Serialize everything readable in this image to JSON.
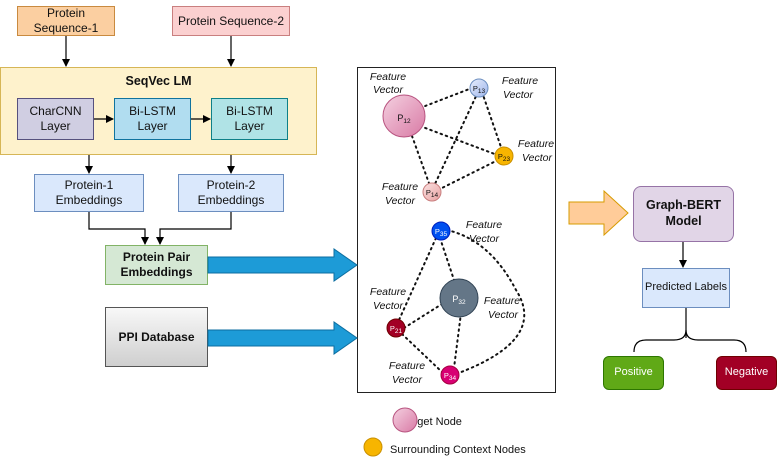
{
  "inputs": {
    "seq1": "Protein Sequence-1",
    "seq2": "Protein Sequence-2"
  },
  "lm": {
    "title": "SeqVec LM",
    "charcnn": [
      "CharCNN",
      "Layer"
    ],
    "bilstm1": [
      "Bi-LSTM",
      "Layer"
    ],
    "bilstm2": [
      "Bi-LSTM",
      "Layer"
    ]
  },
  "embeddings": {
    "e1": [
      "Protein-1",
      "Embeddings"
    ],
    "e2": [
      "Protein-2",
      "Embeddings"
    ],
    "pair": [
      "Protein Pair",
      "Embeddings"
    ]
  },
  "database": "PPI Database",
  "graph": {
    "feature_label": [
      "Feature",
      "Vector"
    ],
    "nodes": [
      {
        "base": "P",
        "sub": "12"
      },
      {
        "base": "P",
        "sub": "13"
      },
      {
        "base": "P",
        "sub": "23"
      },
      {
        "base": "P",
        "sub": "14"
      },
      {
        "base": "P",
        "sub": "35"
      },
      {
        "base": "P",
        "sub": "32"
      },
      {
        "base": "P",
        "sub": "21"
      },
      {
        "base": "P",
        "sub": "34"
      }
    ]
  },
  "model": [
    "Graph-BERT",
    "Model"
  ],
  "predicted": "Predicted Labels",
  "outcomes": {
    "positive": "Positive",
    "negative": "Negative"
  },
  "legend": {
    "target": "Target Node",
    "context": "Surrounding Context Nodes"
  },
  "colors": {
    "seq1": "#fbcfa1",
    "seq2": "#fbd0d0",
    "lm_bg": "#fef2cc",
    "lm_border": "#d6b656",
    "charcnn": "#d0cee2",
    "bilstm1": "#b1ddf0",
    "bilstm2": "#b0e3e6",
    "embed": "#dae8fc",
    "pair": "#d5e8d4",
    "db": "#e0e0e0",
    "arrow_blue": "#1d9bd7",
    "arrow_orange": "#ffcc99",
    "model": "#e1d5e7",
    "positive": "#60a917",
    "negative": "#a20025",
    "target_node": "#e6a0be",
    "context_node": "#f7b500"
  }
}
